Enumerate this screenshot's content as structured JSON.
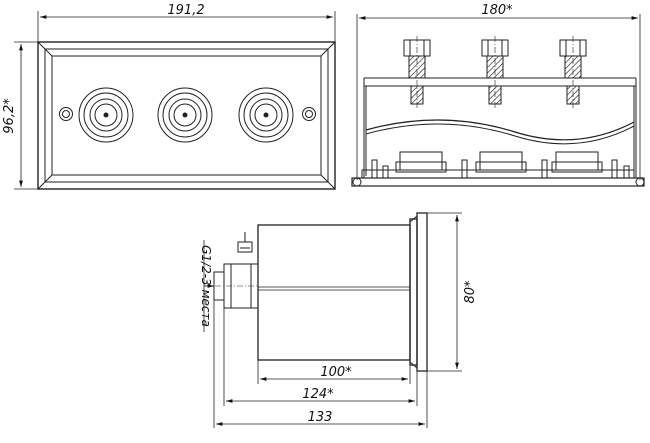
{
  "dimensions": {
    "front_width": "191,2",
    "front_height": "96,2*",
    "top_width": "180*",
    "side_height": "80*",
    "side_body_length": "100*",
    "side_mid_length": "124*",
    "side_total_length": "133"
  },
  "notes": {
    "thread": "G1/2-3 места"
  }
}
